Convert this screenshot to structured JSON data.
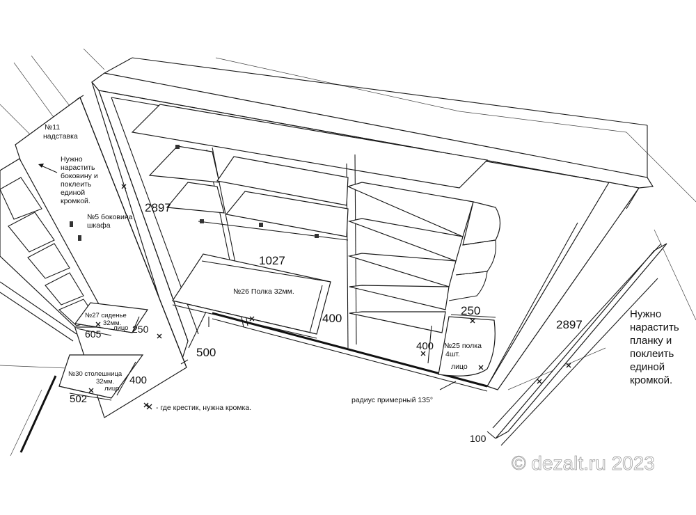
{
  "dimensions": {
    "left_height": "2897",
    "right_height": "2897",
    "desk_width": "1027",
    "desk_depth": "400",
    "desk_offset": "500",
    "seat_width": "605",
    "seat_depth": "250",
    "tabletop_depth": "400",
    "tabletop_width": "502",
    "corner_shelf_depth": "400",
    "corner_shelf_width": "250",
    "bottom_offset": "100"
  },
  "labels": {
    "part11_line1": "№11",
    "part11_line2": "надставка",
    "side_note_line1": "Нужно",
    "side_note_line2": "нарастить",
    "side_note_line3": "боковину и",
    "side_note_line4": "поклеить",
    "side_note_line5": "единой",
    "side_note_line6": "кромкой.",
    "part5_line1": "№5 боковина",
    "part5_line2": "шкафа",
    "part26": "№26 Полка 32мм.",
    "part27_line1": "№27 сиденье",
    "part27_line2": "32мм.",
    "part27_face": "лицо",
    "part30_line1": "№30 столешница",
    "part30_line2": "32мм.",
    "part30_face": "лицо",
    "part25_line1": "№25 полка",
    "part25_line2": "4шт.",
    "part25_face": "лицо",
    "radius_note": "радиус примерный 135°",
    "cross_legend": "- где крестик, нужна кромка.",
    "right_note_line1": "Нужно",
    "right_note_line2": "нарастить",
    "right_note_line3": "планку и",
    "right_note_line4": "поклеить",
    "right_note_line5": "единой",
    "right_note_line6": "кромкой."
  },
  "watermark": "© dezalt.ru 2023"
}
